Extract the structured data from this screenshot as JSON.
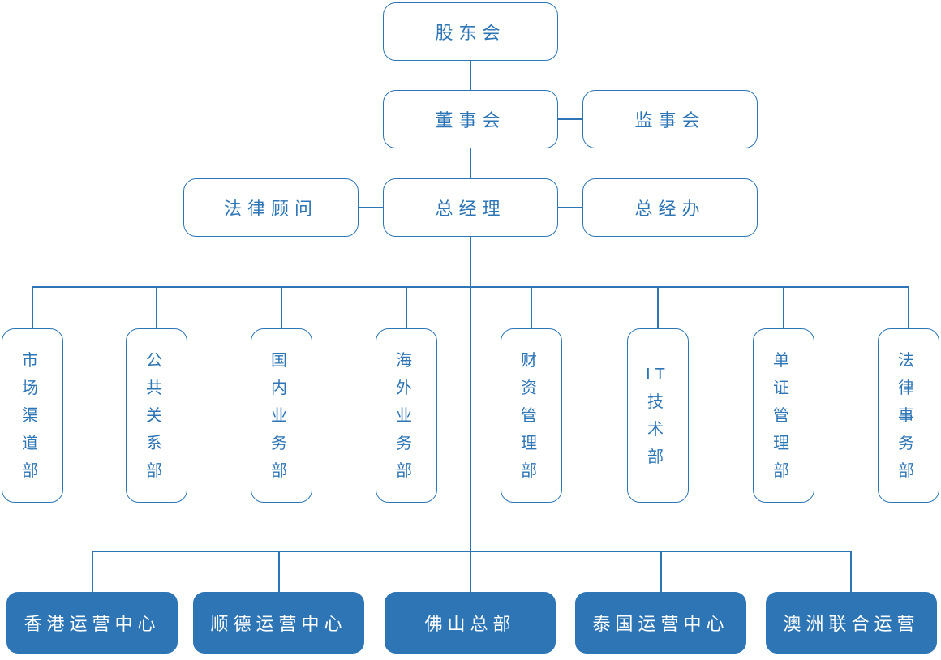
{
  "colors": {
    "accent": "#2E75B6",
    "bg": "#FFFFFF",
    "text_filled": "#FFFFFF"
  },
  "org_chart": {
    "top": {
      "label": "股东会"
    },
    "governance": {
      "board": {
        "label": "董事会"
      },
      "supervisory": {
        "label": "监事会"
      }
    },
    "management": {
      "legal_advisor": {
        "label": "法律顾问"
      },
      "general_manager": {
        "label": "总经理"
      },
      "gm_office": {
        "label": "总经办"
      }
    },
    "departments": [
      {
        "name": "市场渠道部",
        "label": "市\n场\n渠\n道\n部"
      },
      {
        "name": "公共关系部",
        "label": "公\n共\n关\n系\n部"
      },
      {
        "name": "国内业务部",
        "label": "国\n内\n业\n务\n部"
      },
      {
        "name": "海外业务部",
        "label": "海\n外\n业\n务\n部"
      },
      {
        "name": "财资管理部",
        "label": "财\n资\n管\n理\n部"
      },
      {
        "name": "IT技术部",
        "label": "IT\n技\n术\n部"
      },
      {
        "name": "单证管理部",
        "label": "单\n证\n管\n理\n部"
      },
      {
        "name": "法律事务部",
        "label": "法\n律\n事\n务\n部"
      }
    ],
    "operation_centers": [
      {
        "label": "香港运营中心"
      },
      {
        "label": "顺德运营中心"
      },
      {
        "label": "佛山总部"
      },
      {
        "label": "泰国运营中心"
      },
      {
        "label": "澳洲联合运营"
      }
    ]
  }
}
